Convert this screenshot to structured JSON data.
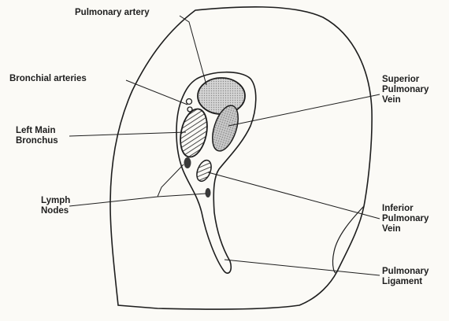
{
  "diagram": {
    "labels": {
      "pulmonary_artery": "Pulmonary artery",
      "bronchial_arteries": "Bronchial arteries",
      "left_main_bronchus": [
        "Left Main",
        "Bronchus"
      ],
      "lymph_nodes": [
        "Lymph",
        "Nodes"
      ],
      "superior_pulmonary_vein": [
        "Superior",
        "Pulmonary",
        "Vein"
      ],
      "inferior_pulmonary_vein": [
        "Inferior",
        "Pulmonary",
        "Vein"
      ],
      "pulmonary_ligament": [
        "Pulmonary",
        "Ligament"
      ]
    },
    "colors": {
      "ink": "#1e1e1e",
      "paper": "#fbfaf6",
      "fill_grey": "#bdbdbd",
      "fill_light": "#d6d6d6"
    }
  }
}
